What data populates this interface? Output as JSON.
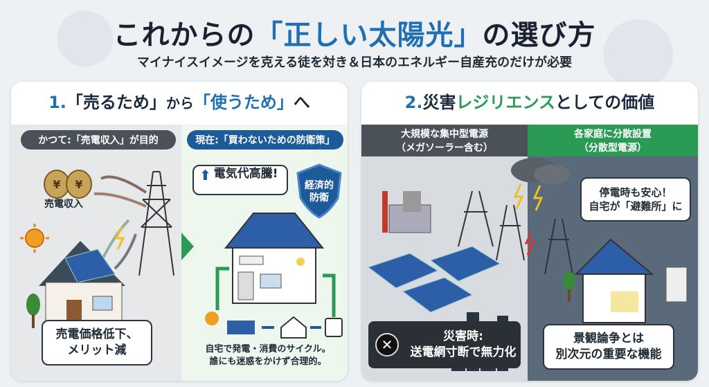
{
  "header": {
    "title_pre": "これからの",
    "title_hl": "「正しい太陽光」",
    "title_post": "の選び方",
    "subtitle": "マイナイスイメージを克える徒を対き＆日本のエネルギー自産充のだけが必要"
  },
  "panel1": {
    "title_num": "1.",
    "title_a": "「売るため」",
    "title_b": "から",
    "title_c": "「使うため」",
    "title_d": "へ",
    "left_tag": "かつて:「売電収入」が目的",
    "right_tag": "現在:「買わないための防衛策」",
    "sale_income": "売電収入",
    "yen": "¥",
    "price_rise": "電気代高騰!",
    "shield_text_1": "経済的",
    "shield_text_2": "防衛",
    "bottom_left_1": "売電価格低下、",
    "bottom_left_2": "メリット減",
    "bottom_right_1": "自宅で発電・消費のサイクル。",
    "bottom_right_2": "誰にも迷惑をかけず合理的。"
  },
  "panel2": {
    "title_num": "2.",
    "title_a": "災害",
    "title_b": "レジリエンス",
    "title_c": "としての価値",
    "left_tag_1": "大規模な集中型電源",
    "left_tag_2": "（メガソーラー含む）",
    "right_tag_1": "各家庭に分散設置",
    "right_tag_2": "（分散型電源）",
    "bubble_1": "停電時も安心！",
    "bubble_2": "自宅が「避難所」に",
    "disaster_1": "災害時:",
    "disaster_2": "送電網寸断で無力化",
    "bottom_right_1": "景観論争とは",
    "bottom_right_2": "別次元の重要な機能"
  },
  "colors": {
    "blue": "#1f6fb2",
    "green": "#2a9a55",
    "dark_tag": "#4a5158",
    "navy_tag": "#1d5a9a"
  }
}
